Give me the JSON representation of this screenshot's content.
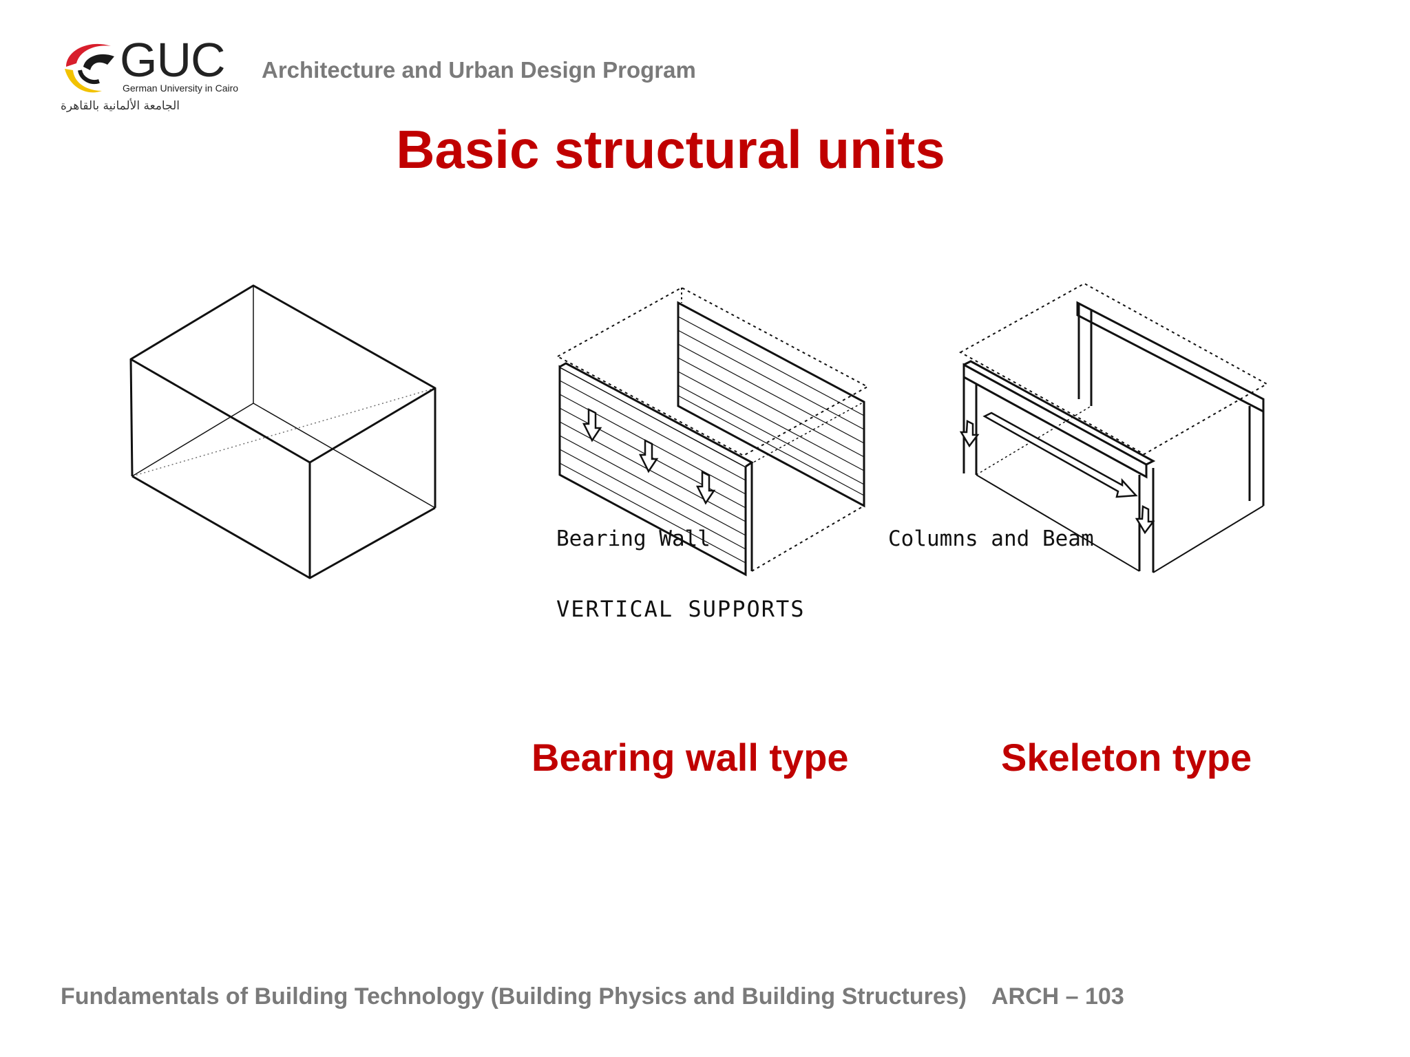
{
  "header": {
    "logo_text": "GUC",
    "logo_subtitle": "German University in Cairo",
    "logo_arabic": "الجامعة الألمانية بالقاهرة",
    "program": "Architecture and Urban Design Program"
  },
  "slide": {
    "title": "Basic structural units",
    "sketch_labels": {
      "bearing_wall": "Bearing Wall",
      "columns_beam": "Columns and Beam",
      "vertical_supports": "VERTICAL SUPPORTS"
    },
    "captions": {
      "bearing_wall_type": "Bearing wall type",
      "skeleton_type": "Skeleton type"
    }
  },
  "footer": {
    "course": "Fundamentals of Building Technology (Building Physics and Building Structures)",
    "code": "ARCH – 103"
  },
  "colors": {
    "title_red": "#c00000",
    "gray_text": "#7a7a7a",
    "logo_red": "#d81e2c",
    "logo_yellow": "#f2c200"
  }
}
